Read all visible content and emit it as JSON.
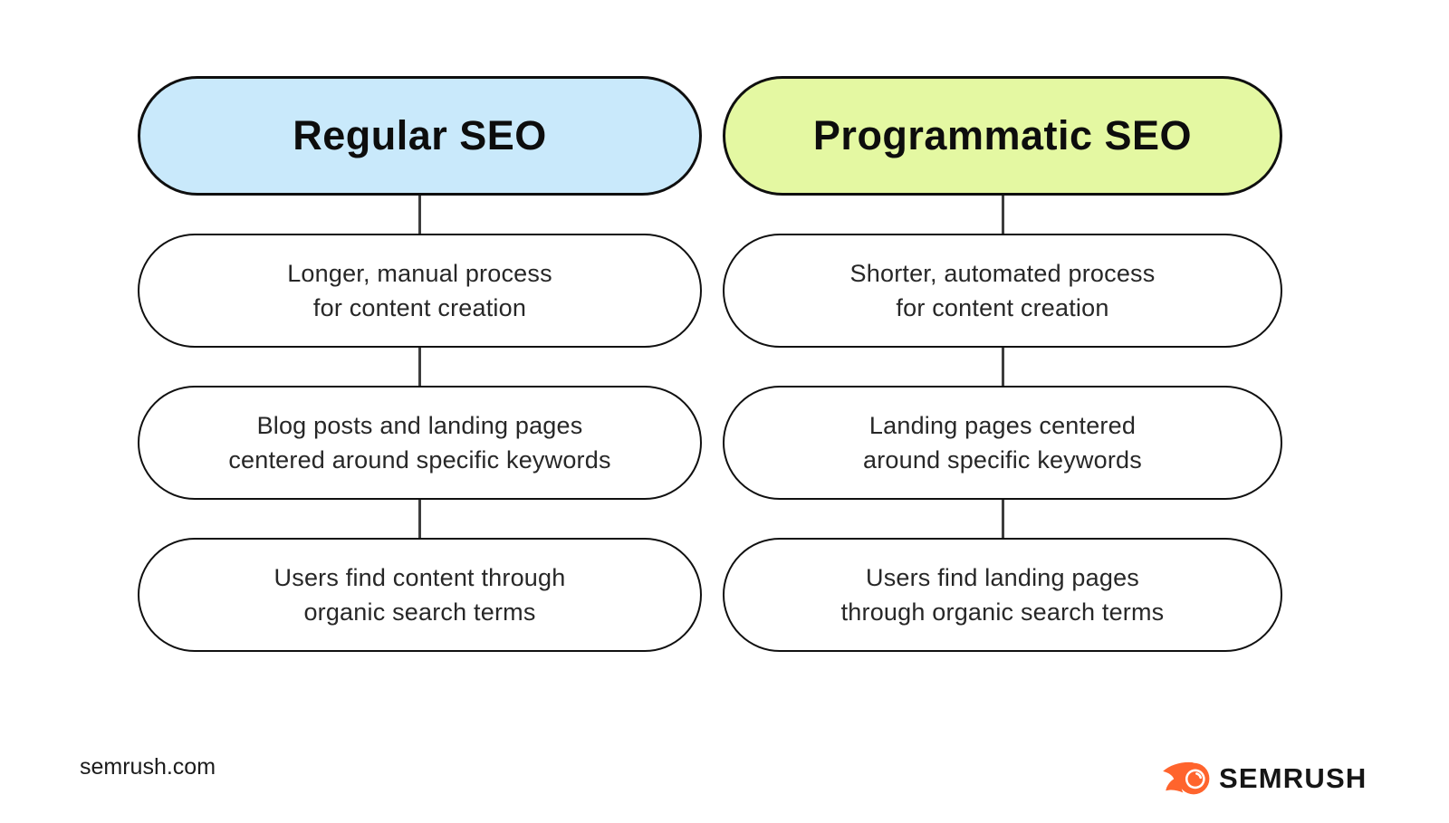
{
  "footer": {
    "source": "semrush.com",
    "brand": "SEMRUSH"
  },
  "colors": {
    "regular_header_bg": "#c9e9fb",
    "programmatic_header_bg": "#e4f8a2",
    "box_border": "#0f0f0f",
    "connector": "#3d3d3d",
    "semrush_orange": "#ff642d",
    "background": "#ffffff"
  },
  "diagram": {
    "columns": [
      {
        "id": "regular-seo",
        "header": "Regular SEO",
        "header_bg": "#c9e9fb",
        "boxes": [
          {
            "lines": [
              "Longer, manual process",
              "for content creation"
            ]
          },
          {
            "lines": [
              "Blog posts and landing pages",
              "centered around specific keywords"
            ]
          },
          {
            "lines": [
              "Users find content through",
              "organic search terms"
            ]
          }
        ]
      },
      {
        "id": "programmatic-seo",
        "header": "Programmatic SEO",
        "header_bg": "#e4f8a2",
        "boxes": [
          {
            "lines": [
              "Shorter, automated process",
              "for content creation"
            ]
          },
          {
            "lines": [
              "Landing pages centered",
              "around specific keywords"
            ]
          },
          {
            "lines": [
              "Users find landing pages",
              "through organic search terms"
            ]
          }
        ]
      }
    ]
  }
}
